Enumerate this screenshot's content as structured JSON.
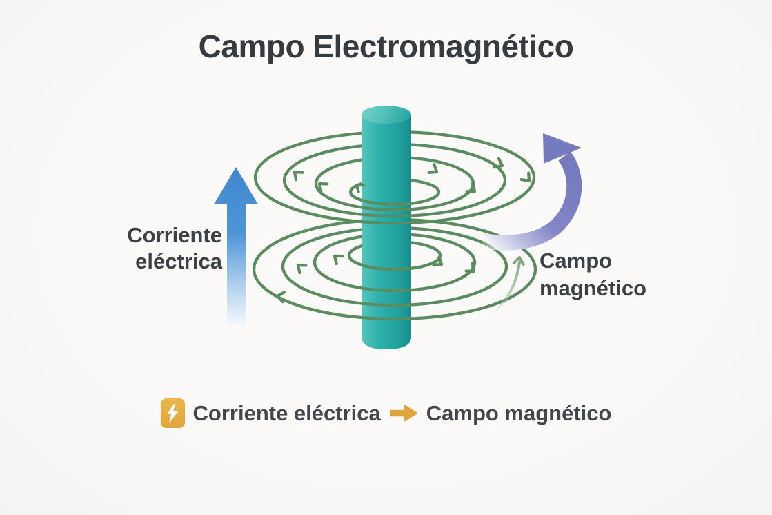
{
  "title": "Campo Electromagnético",
  "diagram": {
    "current_label": {
      "line1": "Corriente",
      "line2": "eléctrica"
    },
    "magnetic_label": {
      "line1": "Campo",
      "line2": "magnético"
    }
  },
  "legend": {
    "source_label": "Corriente eléctrica",
    "result_label": "Campo magnético"
  },
  "icons": {
    "legend_source": "lightning-bolt-icon",
    "legend_relation": "right-arrow-icon",
    "current_direction": "up-arrow",
    "magnetic_direction": "curved-up-arrow"
  },
  "colors": {
    "background": "#f4f3f1",
    "title_text": "#363b41",
    "label_text": "#3c4147",
    "legend_text": "#42474d",
    "conductor_teal": "#2bb0ab",
    "field_line_green": "#5a8c60",
    "current_arrow_blue": "#4187ce",
    "magnetic_arrow_purple": "#767bc0",
    "legend_amber": "#e0a63a"
  }
}
